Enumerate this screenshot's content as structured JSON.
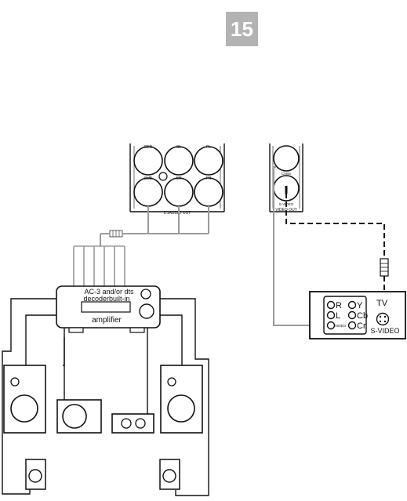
{
  "page_number": "15",
  "audio_panel": {
    "jack_labels": [
      "CEN",
      "SL",
      "FL",
      "SUB",
      "SR",
      "FR"
    ],
    "caption": "5.1AUDIO OUT"
  },
  "video_panel": {
    "cvbs_label": "CVBS",
    "svideo_label": "S-VIDEO",
    "caption": "VIDEO OUT"
  },
  "amplifier": {
    "line1": "AC-3 and/or dts",
    "line2": "decoderbuilt-in",
    "label": "amplifier"
  },
  "tv": {
    "label": "TV",
    "jacks": [
      "R",
      "Y",
      "L",
      "Cb",
      "VIDEO",
      "Cr"
    ],
    "svideo_label": "S-VIDEO"
  },
  "colors": {
    "cable": "#9a9a9a",
    "line": "#111111",
    "badge": "#b3b3b3"
  }
}
